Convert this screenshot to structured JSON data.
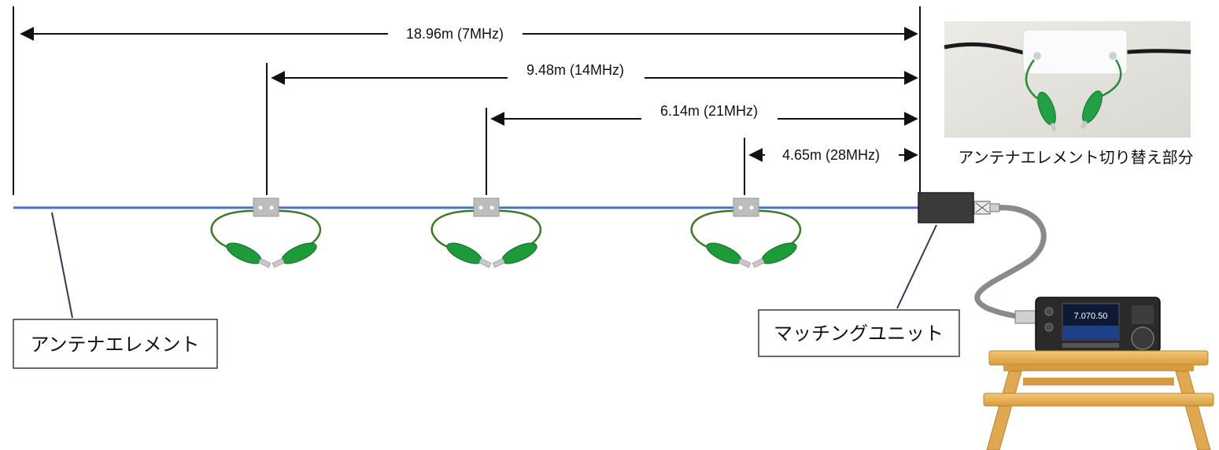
{
  "dimensions": [
    {
      "label": "18.96m (7MHz)"
    },
    {
      "label": "9.48m (14MHz)"
    },
    {
      "label": "6.14m (21MHz)"
    },
    {
      "label": "4.65m (28MHz)"
    }
  ],
  "labels": {
    "antenna_element": "アンテナエレメント",
    "matching_unit": "マッチングユニット",
    "switch_photo_caption": "アンテナエレメント切り替え部分"
  },
  "radio": {
    "frequency_display": "7.070.50"
  },
  "colors": {
    "antenna_wire": "#4472C4",
    "clip_green": "#1f9a3a",
    "clip_wire": "#3d7a25",
    "connector_gray": "#bdbdbd",
    "coax_gray": "#8a8a8a",
    "matching_unit": "#3a3a3a",
    "box_border": "#2f3b52",
    "table_wood": "#e6b25a"
  }
}
